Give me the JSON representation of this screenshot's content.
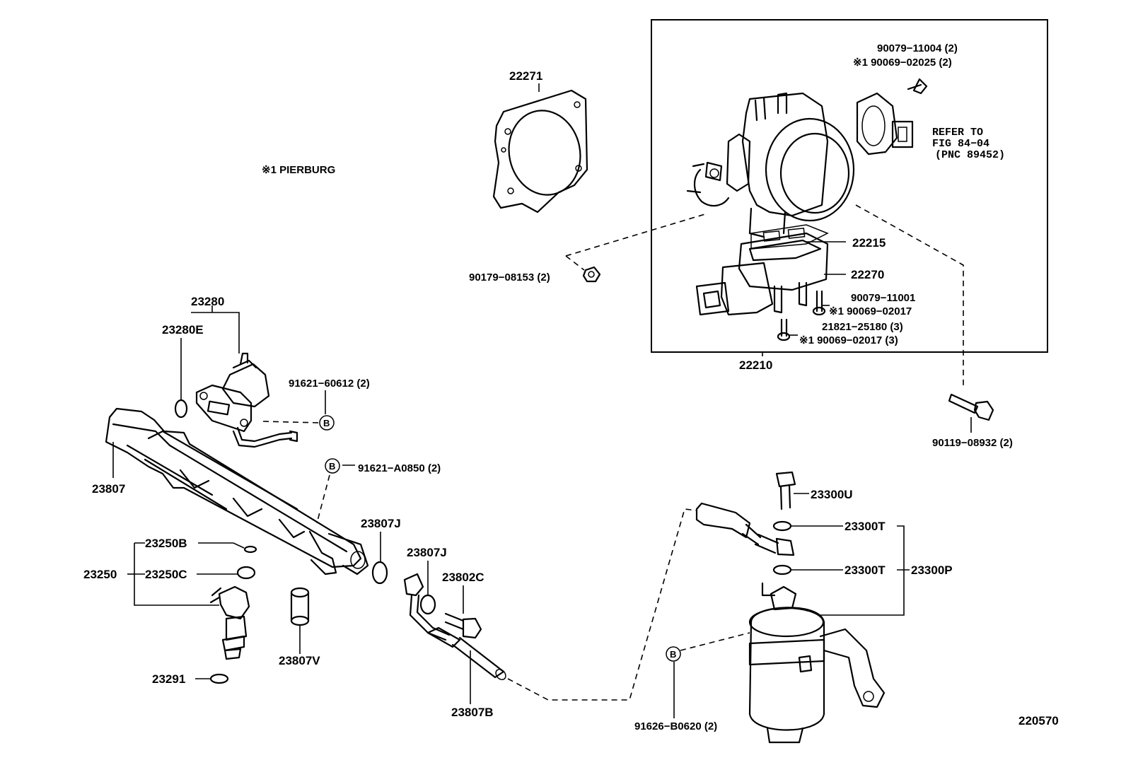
{
  "diagram": {
    "note": "※1 PIERBURG",
    "figure_number": "220570",
    "callout_letter": "B",
    "labels": {
      "p22271": "22271",
      "p90079_11004": "90079−11004 (2)",
      "p90069_02025": "※1 90069−02025 (2)",
      "refer_1": "REFER TO",
      "refer_2": "FIG 84−04",
      "refer_3": "(PNC 89452)",
      "p22215": "22215",
      "p22270": "22270",
      "p90079_11001": "90079−11001",
      "p90069_02017a": "※1 90069−02017",
      "p21821_25180": "21821−25180 (3)",
      "p90069_02017b": "※1 90069−02017 (3)",
      "p22210": "22210",
      "p90179_08153": "90179−08153 (2)",
      "p90119_08932": "90119−08932 (2)",
      "p23280": "23280",
      "p23280E": "23280E",
      "p91621_60612": "91621−60612 (2)",
      "p91621_A0850": "91621−A0850 (2)",
      "p23807": "23807",
      "p23807J_a": "23807J",
      "p23807J_b": "23807J",
      "p23802C": "23802C",
      "p23250B": "23250B",
      "p23250": "23250",
      "p23250C": "23250C",
      "p23807V": "23807V",
      "p23291": "23291",
      "p23807B": "23807B",
      "p23300U": "23300U",
      "p23300T_a": "23300T",
      "p23300T_b": "23300T",
      "p23300P": "23300P",
      "p91626_B0620": "91626−B0620 (2)"
    }
  }
}
